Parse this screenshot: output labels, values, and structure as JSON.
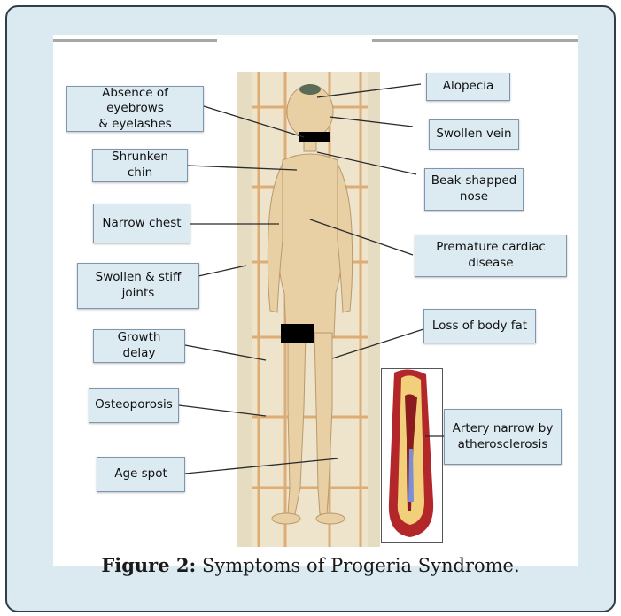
{
  "figure": {
    "caption_label": "Figure 2:",
    "caption_text": " Symptoms of Progeria Syndrome."
  },
  "labels": {
    "alopecia": "Alopecia",
    "absence_eyebrows": "Absence of eyebrows\n& eyelashes",
    "swollen_vein": "Swollen vein",
    "shrunken_chin": "Shrunken chin",
    "beak_nose": "Beak-shapped\nnose",
    "narrow_chest": "Narrow chest",
    "premature_cardiac": "Premature cardiac\ndisease",
    "swollen_joints": "Swollen & stiff\njoints",
    "loss_body_fat": "Loss of body fat",
    "growth_delay": "Growth delay",
    "osteoporosis": "Osteoporosis",
    "artery_narrow": "Artery narrow by\natherosclerosis",
    "age_spot": "Age spot"
  },
  "colors": {
    "frame_bg": "#dbeaf1",
    "label_bg": "#dceaf2",
    "label_border": "#7d96ad",
    "artery_red": "#b3262a",
    "plaque": "#f2cf7a"
  }
}
